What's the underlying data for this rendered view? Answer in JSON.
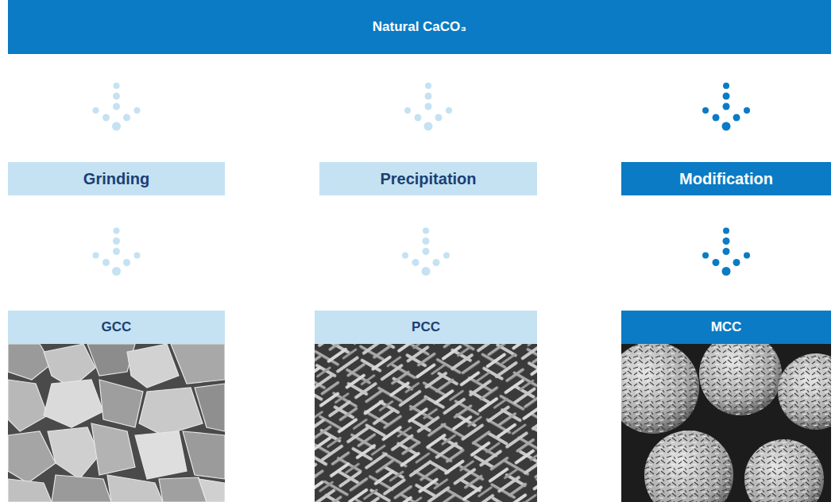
{
  "diagram": {
    "nodes": [
      {
        "text": [
          "Natural CaCO₃"
        ]
      },
      {
        "text": [
          "Grinding"
        ]
      },
      {
        "text": [
          "Precipitation"
        ]
      },
      {
        "text": [
          "Modification"
        ]
      },
      {
        "text": [
          "GCC"
        ]
      },
      {
        "text": [
          "PCC"
        ]
      },
      {
        "text": [
          "MCC"
        ]
      }
    ],
    "edges": [
      {
        "from": 0,
        "to": 1,
        "arrow": "to"
      },
      {
        "from": 0,
        "to": 2,
        "arrow": "to"
      },
      {
        "from": 0,
        "to": 3,
        "arrow": "to"
      },
      {
        "from": 1,
        "to": 4,
        "arrow": "to"
      },
      {
        "from": 2,
        "to": 5,
        "arrow": "to"
      },
      {
        "from": 3,
        "to": 6,
        "arrow": "to"
      }
    ]
  }
}
